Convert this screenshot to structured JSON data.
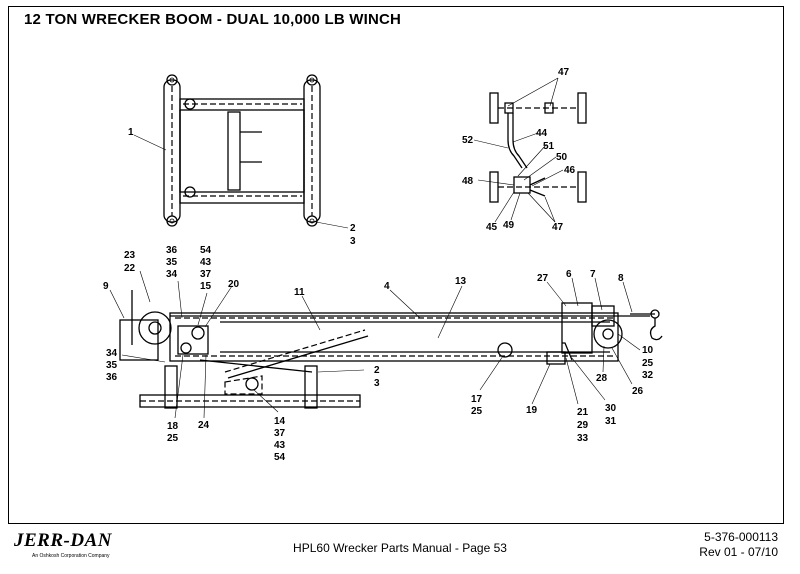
{
  "title": "12 TON WRECKER BOOM - DUAL 10,000 LB WINCH",
  "callouts": {
    "c1": "1",
    "c2": "2",
    "c3": "3",
    "c47a": "47",
    "c52": "52",
    "c44": "44",
    "c51": "51",
    "c50": "50",
    "c46": "46",
    "c48": "48",
    "c45": "45",
    "c49": "49",
    "c47b": "47",
    "c23": "23",
    "c22": "22",
    "c36a": "36",
    "c35a": "35",
    "c34a": "34",
    "c54a": "54",
    "c43a": "43",
    "c37a": "37",
    "c15": "15",
    "c20": "20",
    "c9": "9",
    "c11": "11",
    "c4": "4",
    "c13": "13",
    "c27": "27",
    "c6": "6",
    "c7": "7",
    "c8": "8",
    "c34b": "34",
    "c35b": "35",
    "c36b": "36",
    "c2b": "2",
    "c3b": "3",
    "c10": "10",
    "c25a": "25",
    "c32": "32",
    "c28": "28",
    "c26": "26",
    "c17": "17",
    "c25b": "25",
    "c19": "19",
    "c21": "21",
    "c29": "29",
    "c33": "33",
    "c30": "30",
    "c31": "31",
    "c18": "18",
    "c25c": "25",
    "c24": "24",
    "c14": "14",
    "c37b": "37",
    "c43b": "43",
    "c54b": "54"
  },
  "footer": {
    "logo": "JERR-DAN",
    "logo_sub": "An Oshkosh Corporation Company",
    "manual": "HPL60 Wrecker Parts Manual  -  Page 53",
    "part_number": "5-376-000113",
    "revision": "Rev 01 - 07/10"
  }
}
